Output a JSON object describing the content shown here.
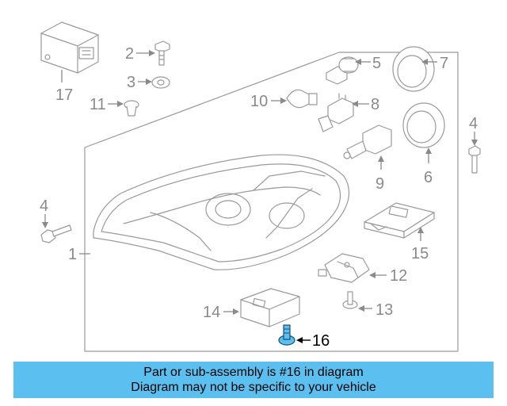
{
  "callouts": {
    "c1": "1",
    "c2": "2",
    "c3": "3",
    "c4a": "4",
    "c4b": "4",
    "c5": "5",
    "c6": "6",
    "c7": "7",
    "c8": "8",
    "c9": "9",
    "c10": "10",
    "c11": "11",
    "c12": "12",
    "c13": "13",
    "c14": "14",
    "c15": "15",
    "c16": "16",
    "c17": "17"
  },
  "highlight_part": "16",
  "colors": {
    "banner_bg": "#5bc0f0",
    "highlight": "#5bc0f0",
    "line_art": "#9a9a9a"
  },
  "banner": {
    "line1": "Part or sub-assembly is #16 in diagram",
    "line2": "Diagram may not be specific to your vehicle"
  }
}
